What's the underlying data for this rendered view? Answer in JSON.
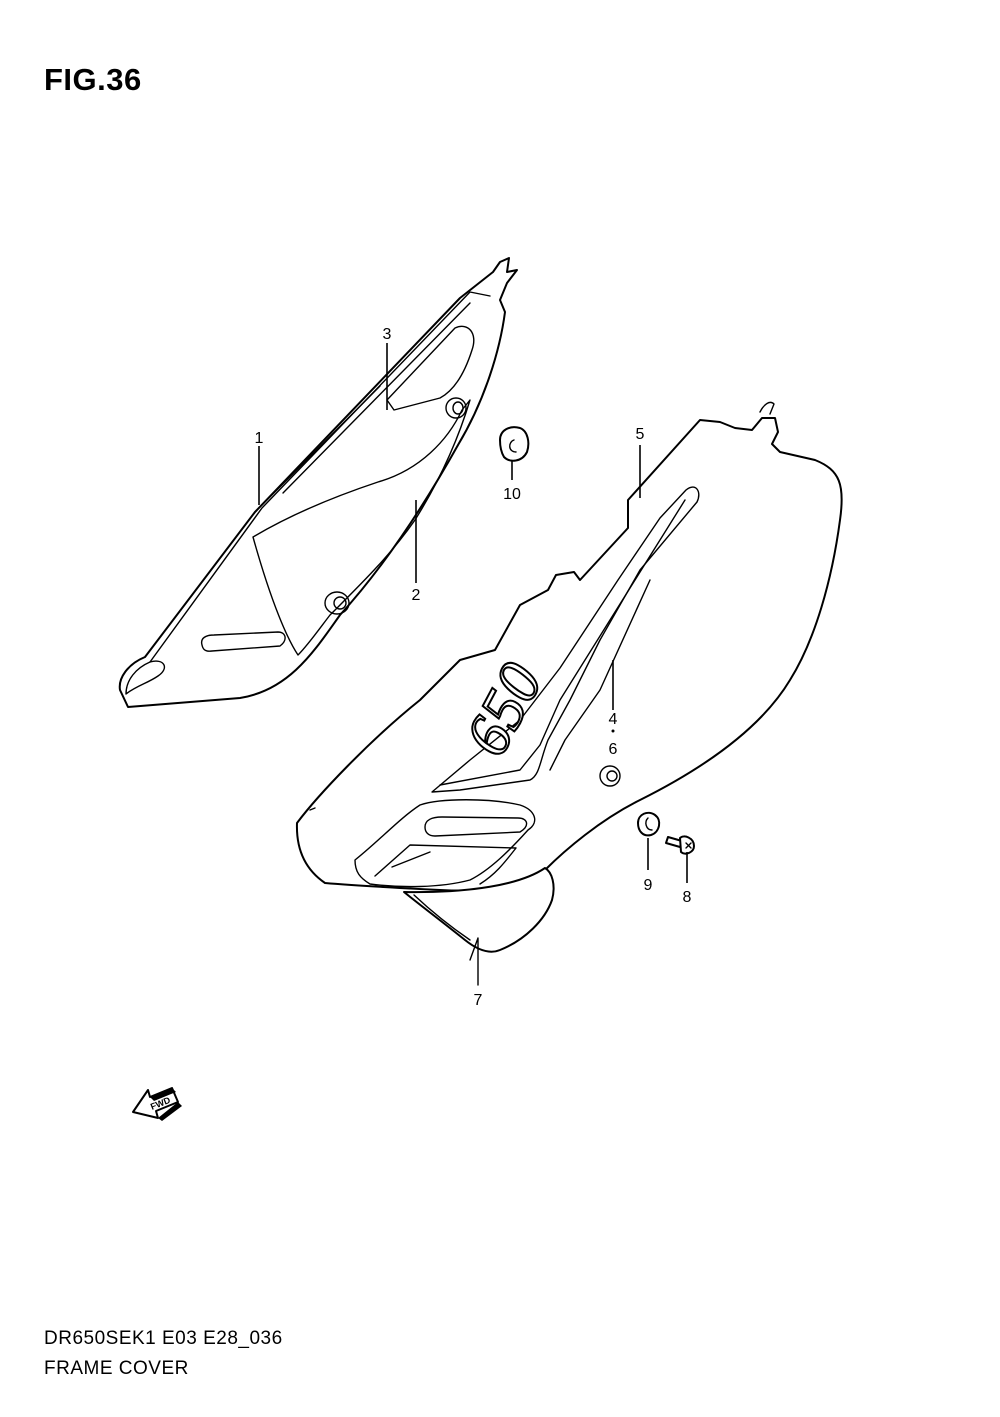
{
  "figure": {
    "title": "FIG.36"
  },
  "footer": {
    "model_code": "DR650SEK1 E03 E28_036",
    "section_name": "FRAME COVER"
  },
  "callouts": {
    "c1": "1",
    "c2": "2",
    "c3": "3",
    "c4": "4",
    "c5": "5",
    "c6": "6",
    "c7": "7",
    "c8": "8",
    "c9": "9",
    "c10": "10"
  },
  "decal_text": "650",
  "fwd_label": "FWD",
  "icons": {
    "forward_arrow": "forward-arrow-icon"
  }
}
